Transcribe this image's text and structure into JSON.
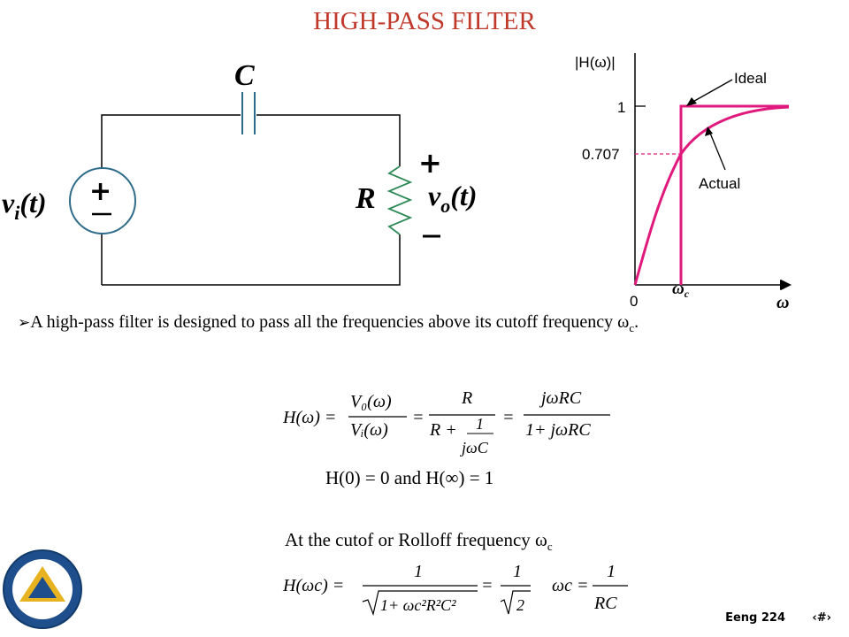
{
  "slide": {
    "title": "HIGH-PASS FILTER",
    "bullet_text": "A high-pass filter is designed to pass all the frequencies above its cutoff frequency ",
    "bullet_omega": "ω",
    "bullet_sub": "c",
    "bullet_end": "."
  },
  "circuit": {
    "capacitor_label": "C",
    "resistor_label": "R",
    "source_v": "v",
    "source_sub": "i",
    "source_arg": "(t)",
    "out_v": "v",
    "out_sub": "o",
    "out_arg": "(t)",
    "plus": "+",
    "minus": "−"
  },
  "graph": {
    "ylabel": "|H(ω)|",
    "xlabel": "ω",
    "tick_1": "1",
    "tick_0707": "0.707",
    "origin": "0",
    "wc": "ω",
    "wc_sub": "c",
    "ideal_label": "Ideal",
    "actual_label": "Actual"
  },
  "equations": {
    "eq1": {
      "lhs": "H(ω) =",
      "f1_num": "V₀(ω)",
      "f1_den": "Vᵢ(ω)",
      "eq_a": "=",
      "f2_num": "R",
      "f2_den_a": "R +",
      "f2_den_num": "1",
      "f2_den_den": "jωC",
      "eq_b": "=",
      "f3_num": "jωRC",
      "f3_den": "1+ jωRC"
    },
    "eq2": "H(0) = 0 and H(∞) = 1",
    "eq3": "At the cutof or Rolloff frequency ω",
    "eq3_sub": "c",
    "eq4": {
      "lhs": "H(ωc) =",
      "num1": "1",
      "rad1": "1+ ωc²R²C²",
      "eq": "=",
      "num2": "1",
      "rad2": "2",
      "lhs2": "ωc =",
      "num3": "1",
      "den3": "RC"
    }
  },
  "footer": {
    "course": "Eeng 224",
    "page_icon": "‹#›"
  },
  "colors": {
    "title": "#c0392b",
    "curve": "#e0197d",
    "resistor": "#2e8b57",
    "dashed": "#e0197d"
  }
}
